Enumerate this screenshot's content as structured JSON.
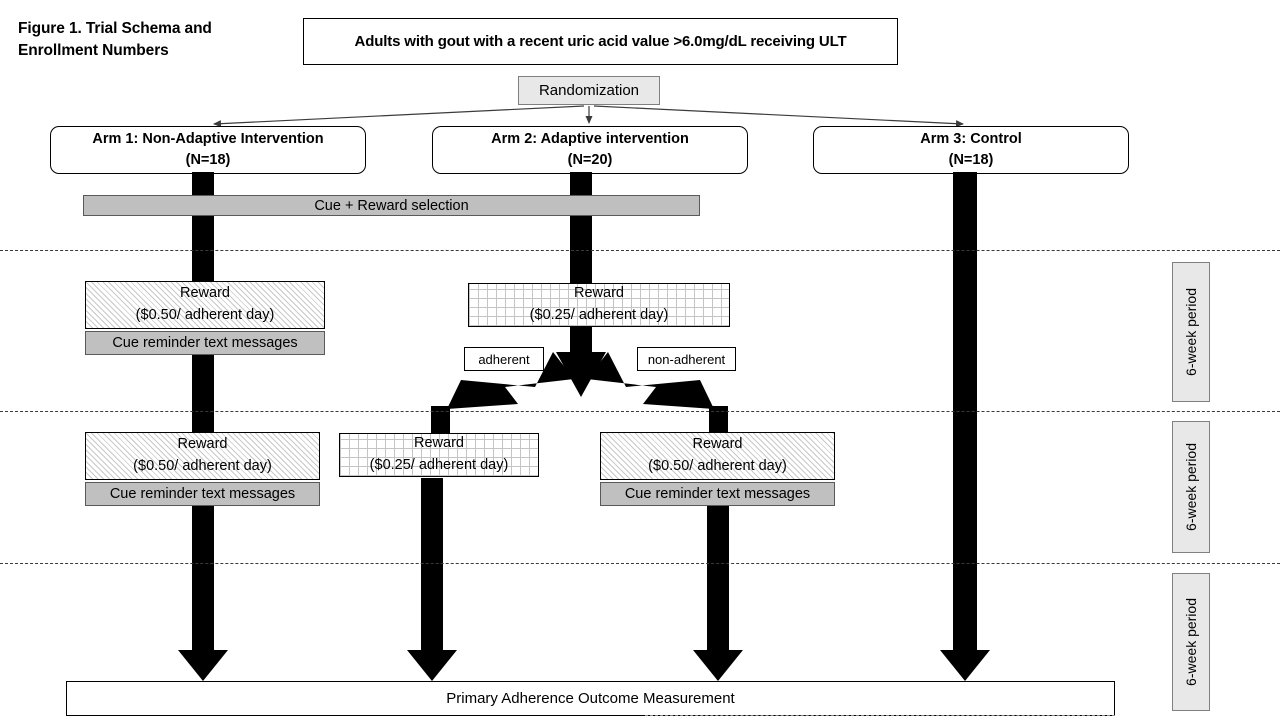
{
  "figure": {
    "title": "Figure 1. Trial Schema and Enrollment Numbers"
  },
  "population": {
    "label": "Adults with gout with a recent uric acid value >6.0mg/dL receiving ULT"
  },
  "randomization": {
    "label": "Randomization"
  },
  "arms": [
    {
      "name": "Arm 1: Non-Adaptive Intervention",
      "enrollment": "(N=18)"
    },
    {
      "name": "Arm 2: Adaptive intervention",
      "enrollment": "(N=20)"
    },
    {
      "name": "Arm 3: Control",
      "enrollment": "(N=18)"
    }
  ],
  "cue_reward_selection": {
    "label": "Cue + Reward selection"
  },
  "period_1": {
    "arm1_reward": {
      "title": "Reward",
      "amount": "($0.50/ adherent day)",
      "cue_text": "Cue reminder text messages"
    },
    "arm2_reward": {
      "title": "Reward",
      "amount": "($0.25/ adherent day)"
    }
  },
  "branch_labels": {
    "adherent": "adherent",
    "non_adherent": "non-adherent"
  },
  "period_2": {
    "arm1_reward": {
      "title": "Reward",
      "amount": "($0.50/ adherent day)",
      "cue_text": "Cue reminder text messages"
    },
    "adherent_reward": {
      "title": "Reward",
      "amount": "($0.25/ adherent day)"
    },
    "non_adherent_reward": {
      "title": "Reward",
      "amount": "($0.50/ adherent day)",
      "cue_text": "Cue reminder text messages"
    }
  },
  "period_labels": [
    "6-week period",
    "6-week period",
    "6-week period"
  ],
  "outcome": {
    "label": "Primary Adherence Outcome Measurement"
  },
  "colors": {
    "flow_bar": "#000000",
    "selection_bar": "#bfbfbf",
    "cue_bar": "#c0c0c0",
    "randomization_fill": "#e8e8e8",
    "period_label_fill": "#e8e8e8",
    "divider": "#3a3a3a"
  }
}
